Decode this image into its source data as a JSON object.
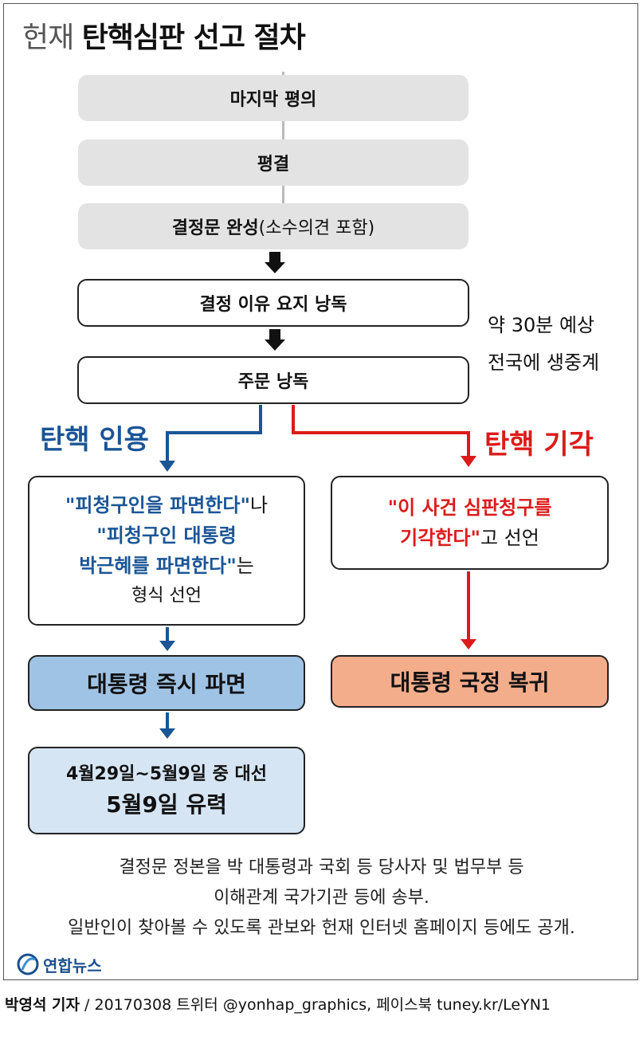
{
  "title": {
    "light": "헌재 ",
    "bold": "탄핵심판 선고 절차"
  },
  "steps": {
    "final_deliberation": "마지막 평의",
    "vote": "평결",
    "decision_text": "결정문 완성",
    "decision_text_note": "(소수의견 포함)",
    "reasons_reading": "결정 이유 요지 낭독",
    "order_reading": "주문 낭독"
  },
  "notes": {
    "line1": "약 30분 예상",
    "line2": "전국에 생중계"
  },
  "branch_accept": {
    "label": "탄핵 인용",
    "q1": "\"피청구인을 파면한다\"",
    "q1_suffix": "나",
    "q2_line1": "\"피청구인 대통령",
    "q2_line2": "박근혜를 파면한다\"",
    "q2_suffix": "는",
    "form": "형식 선언",
    "result": "대통령 즉시 파면",
    "election_line1": "4월29일~5월9일 중 대선",
    "election_line2": "5월9일 유력"
  },
  "branch_reject": {
    "label": "탄핵 기각",
    "q_line1": "\"이 사건 심판청구를",
    "q_line2": "기각한다\"",
    "q_suffix": "고 선언",
    "result": "대통령 국정 복귀"
  },
  "footer": {
    "line1": "결정문 정본을 박 대통령과 국회 등 당사자 및  법무부 등",
    "line2": "이해관계 국가기관 등에 송부.",
    "line3": "일반인이 찾아볼 수 있도록 관보와 헌재 인터넷 홈페이지 등에도 공개."
  },
  "logo_text": "연합뉴스",
  "credit": {
    "author": "박영석 기자",
    "rest": " / 20170308    트위터 @yonhap_graphics, 페이스북 tuney.kr/LeYN1"
  },
  "colors": {
    "blue": "#1a5596",
    "red": "#dd1a1a",
    "grey_box": "#e3e3e3",
    "blue_box": "#9fc3e5",
    "light_blue_box": "#d6e5f4",
    "salmon_box": "#f4ad8b"
  }
}
